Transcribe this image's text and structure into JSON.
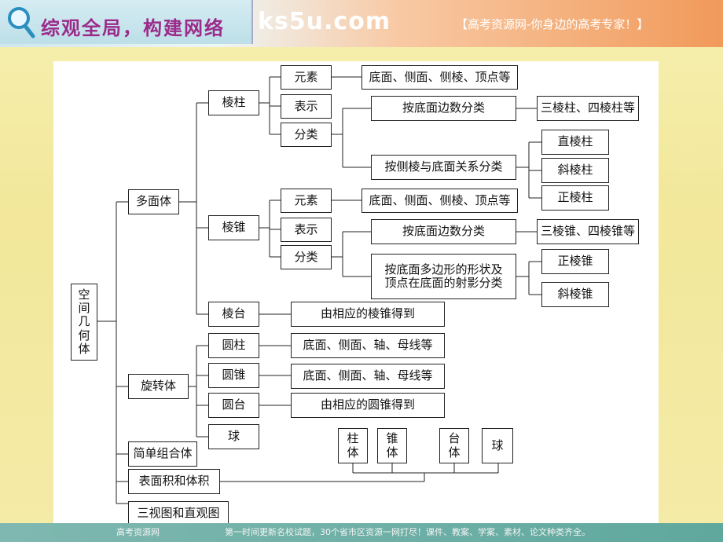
{
  "header": {
    "title": "综观全局，构建网络",
    "site": "ks5u.com",
    "slogan": "【高考资源网-你身边的高考专家！】"
  },
  "footer": {
    "left": "高考资源网",
    "right": "第一时间更新名校试题，30个省市区资源一网打尽！课件、教案、学案、素材、论文种类齐全。"
  },
  "diagram": {
    "root": [
      "空",
      "间",
      "几",
      "何",
      "体"
    ],
    "level1": {
      "polyhedron": "多面体",
      "revolution": "旋转体",
      "combination": "简单组合体",
      "surface": "表面积和体积",
      "views": "三视图和直观图"
    },
    "prism": {
      "label": "棱柱",
      "element": "元素",
      "element_desc": "底面、侧面、侧棱、顶点等",
      "repr": "表示",
      "classify": "分类",
      "by_edges": "按底面边数分类",
      "by_edges_result": "三棱柱、四棱柱等",
      "by_lateral": "按侧棱与底面关系分类",
      "types": [
        "直棱柱",
        "斜棱柱",
        "正棱柱"
      ]
    },
    "pyramid": {
      "label": "棱锥",
      "element": "元素",
      "element_desc": "底面、侧面、侧棱、顶点等",
      "repr": "表示",
      "classify": "分类",
      "by_edges": "按底面边数分类",
      "by_edges_result": "三棱锥、四棱锥等",
      "by_shape_line1": "按底面多边形的形状及",
      "by_shape_line2": "顶点在底面的射影分类",
      "types": [
        "正棱锥",
        "斜棱锥"
      ]
    },
    "frustum": {
      "label": "棱台",
      "desc": "由相应的棱锥得到"
    },
    "cylinder": {
      "label": "圆柱",
      "desc": "底面、侧面、轴、母线等"
    },
    "cone": {
      "label": "圆锥",
      "desc": "底面、侧面、轴、母线等"
    },
    "truncated_cone": {
      "label": "圆台",
      "desc": "由相应的圆锥得到"
    },
    "sphere": {
      "label": "球"
    },
    "solids": [
      [
        "柱",
        "体"
      ],
      [
        "锥",
        "体"
      ],
      [
        "台",
        "体"
      ],
      [
        "球"
      ]
    ]
  }
}
